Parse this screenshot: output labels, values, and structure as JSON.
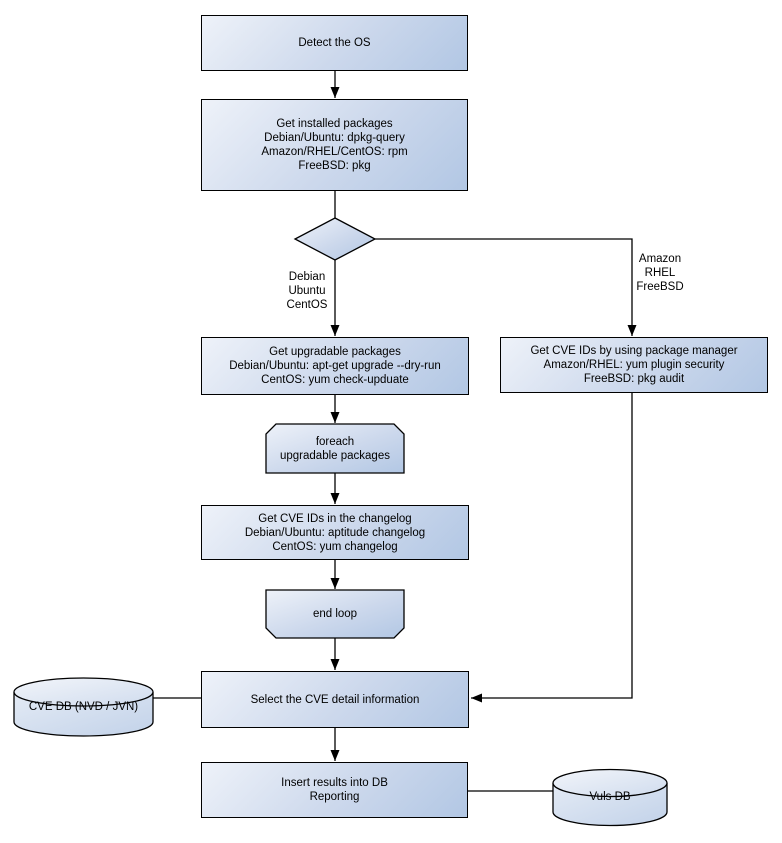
{
  "diagram": {
    "nodes": {
      "detect_os": {
        "shape": "rect",
        "lines": [
          "Detect the OS"
        ]
      },
      "get_installed_packages": {
        "shape": "rect",
        "lines": [
          "Get installed packages",
          "Debian/Ubuntu: dpkg-query",
          "Amazon/RHEL/CentOS: rpm",
          "FreeBSD: pkg"
        ]
      },
      "os_decision": {
        "shape": "diamond",
        "lines": []
      },
      "get_upgradable_packages": {
        "shape": "rect",
        "lines": [
          "Get upgradable packages",
          "Debian/Ubuntu: apt-get upgrade --dry-run",
          "CentOS: yum check-upduate"
        ]
      },
      "get_cve_ids_package_manager": {
        "shape": "rect",
        "lines": [
          "Get CVE IDs by using package manager",
          "Amazon/RHEL: yum plugin security",
          "FreeBSD: pkg audit"
        ]
      },
      "foreach_loop_start": {
        "shape": "loop-start",
        "lines": [
          "foreach",
          "upgradable packages"
        ]
      },
      "get_cve_ids_changelog": {
        "shape": "rect",
        "lines": [
          "Get CVE IDs in the changelog",
          "Debian/Ubuntu: aptitude changelog",
          "CentOS: yum changelog"
        ]
      },
      "end_loop": {
        "shape": "loop-end",
        "lines": [
          "end loop"
        ]
      },
      "select_cve_detail": {
        "shape": "rect",
        "lines": [
          "Select the CVE detail information"
        ]
      },
      "insert_results": {
        "shape": "rect",
        "lines": [
          "Insert results into DB",
          "Reporting"
        ]
      },
      "cve_db": {
        "shape": "cylinder",
        "lines": [
          "CVE DB (NVD / JVN)"
        ]
      },
      "vuls_db": {
        "shape": "cylinder",
        "lines": [
          "Vuls DB"
        ]
      }
    },
    "edge_labels": {
      "left_branch": {
        "lines": [
          "Debian",
          "Ubuntu",
          "CentOS"
        ]
      },
      "right_branch": {
        "lines": [
          "Amazon",
          "RHEL",
          "FreeBSD"
        ]
      }
    },
    "colors": {
      "node_fill_light": "#eef2f9",
      "node_fill_dark": "#b2c7e4",
      "node_border": "#000000",
      "connector": "#000000",
      "text": "#000000",
      "background": "#ffffff"
    }
  }
}
